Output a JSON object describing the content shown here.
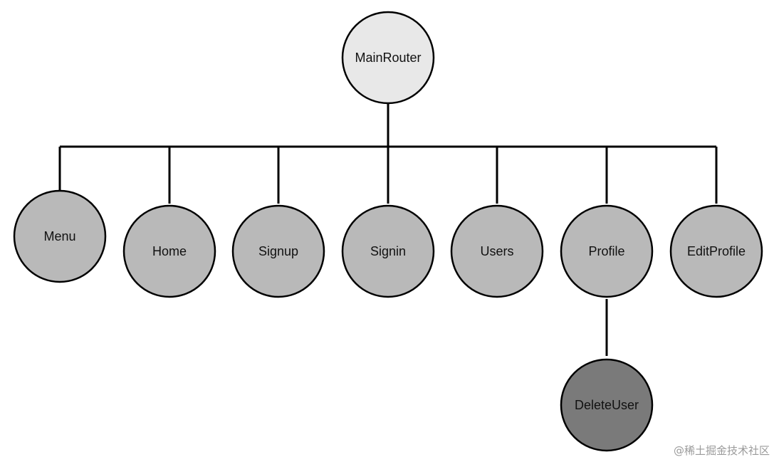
{
  "diagram": {
    "type": "tree",
    "root": {
      "id": "mainrouter",
      "label": "MainRouter",
      "level": "root",
      "parent": null
    },
    "nodes": [
      {
        "id": "mainrouter",
        "label": "MainRouter",
        "level": "root",
        "parent": null
      },
      {
        "id": "menu",
        "label": "Menu",
        "level": "child",
        "parent": "mainrouter"
      },
      {
        "id": "home",
        "label": "Home",
        "level": "child",
        "parent": "mainrouter"
      },
      {
        "id": "signup",
        "label": "Signup",
        "level": "child",
        "parent": "mainrouter"
      },
      {
        "id": "signin",
        "label": "Signin",
        "level": "child",
        "parent": "mainrouter"
      },
      {
        "id": "users",
        "label": "Users",
        "level": "child",
        "parent": "mainrouter"
      },
      {
        "id": "profile",
        "label": "Profile",
        "level": "child",
        "parent": "mainrouter"
      },
      {
        "id": "editprofile",
        "label": "EditProfile",
        "level": "child",
        "parent": "mainrouter"
      },
      {
        "id": "deleteuser",
        "label": "DeleteUser",
        "level": "grandchild",
        "parent": "profile"
      }
    ],
    "colors": {
      "root_fill": "#e8e8e8",
      "child_fill": "#b9b9b9",
      "grandchild_fill": "#7a7a7a",
      "stroke": "#000000",
      "background": "#ffffff"
    }
  },
  "watermark": "@稀土掘金技术社区"
}
